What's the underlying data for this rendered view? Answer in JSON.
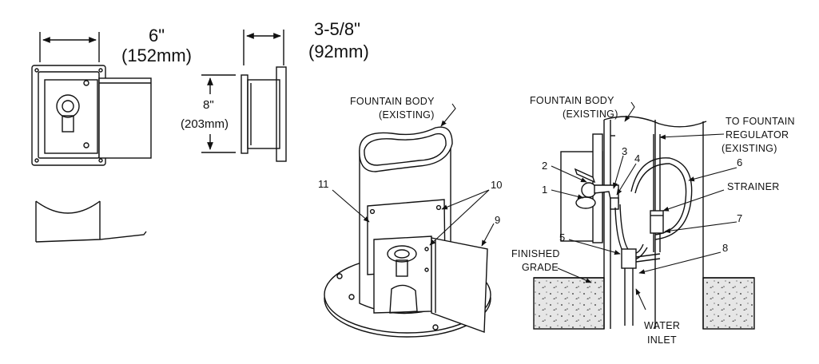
{
  "colors": {
    "ink": "#111111",
    "background": "#ffffff",
    "concrete": "#d9d9d9",
    "face": "#f4f4f4"
  },
  "dimensions": {
    "width_in": "6\"",
    "width_mm": "(152mm)",
    "depth_in": "3-5/8\"",
    "depth_mm": "(92mm)",
    "height_in": "8\"",
    "height_mm": "(203mm)"
  },
  "iso_view": {
    "body_label_1": "FOUNTAIN BODY",
    "body_label_2": "(EXISTING)",
    "callouts": [
      "11",
      "10",
      "9"
    ]
  },
  "section_view": {
    "body_label_1": "FOUNTAIN BODY",
    "body_label_2": "(EXISTING)",
    "regulator_1": "TO FOUNTAIN",
    "regulator_2": "REGULATOR",
    "regulator_3": "(EXISTING)",
    "strainer": "STRAINER",
    "grade_1": "FINISHED",
    "grade_2": "GRADE",
    "inlet_1": "WATER",
    "inlet_2": "INLET",
    "callouts": [
      "1",
      "2",
      "3",
      "4",
      "5",
      "6",
      "7",
      "8"
    ]
  }
}
